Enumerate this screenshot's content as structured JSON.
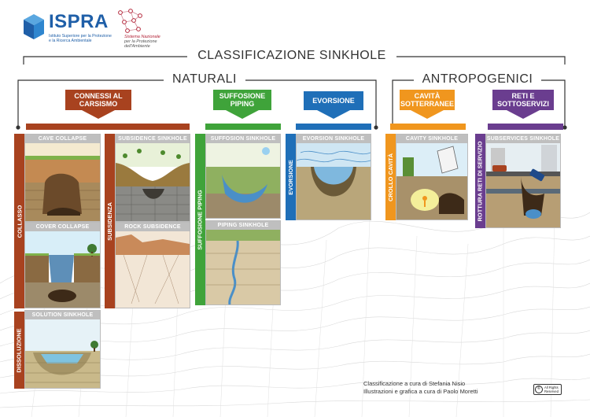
{
  "header": {
    "ispra_word": "ISPRA",
    "ispra_subtitle": "Istituto Superiore per la Protezione e la Ricerca Ambientale",
    "snpa_line1": "Sistema Nazionale",
    "snpa_line2": "per la Protezione",
    "snpa_line3": "dell'Ambiente"
  },
  "headings": {
    "main": "CLASSIFICAZIONE SINKHOLE",
    "naturali": "NATURALI",
    "antropogenici": "ANTROPOGENICI"
  },
  "categories": {
    "carsismo": "CONNESSI AL CARSISMO",
    "suffosione": "SUFFOSIONE PIPING",
    "evorsione": "EVORSIONE",
    "cavita": "CAVITÀ SOTTERRANEE",
    "reti": "RETI E SOTTOSERVIZI"
  },
  "panels": {
    "cave_collapse": "CAVE COLLAPSE",
    "cover_collapse": "COVER COLLAPSE",
    "solution_sinkhole": "SOLUTION SINKHOLE",
    "subsidence_sinkhole": "SUBSIDENCE SINKHOLE",
    "rock_subsidence": "ROCK SUBSIDENCE",
    "suffosion_sinkhole": "SUFFOSION SINKHOLE",
    "piping_sinkhole": "PIPING SINKHOLE",
    "evorsion_sinkhole": "EVORSION SINKHOLE",
    "cavity_sinkhole": "CAVITY SINKHOLE",
    "subservices_sinkhole": "SUBSERVICES SINKHOLE"
  },
  "side_labels": {
    "collasso": "COLLASSO",
    "dissoluzione": "DISSOLUZIONE",
    "subsidenza": "SUBSIDENZA",
    "suffosione_piping": "SUFFOSIONE PIPING",
    "evorsione": "EVORSIONE",
    "crollo_cavita": "CROLLO CAVITÀ",
    "rottura_reti": "ROTTURA RETI DI SERVIZIO"
  },
  "credits": {
    "line1": "Classificazione a cura di Stefania Nisio",
    "line2": "Illustrazioni e grafica a cura di Paolo Moretti"
  },
  "license": {
    "icon": "cc-license-icon",
    "text": "All Rights Reserved"
  },
  "colors": {
    "carsismo": "#a8421f",
    "suffosione": "#3fa33a",
    "evorsione": "#1f6fb8",
    "cavita": "#f0961e",
    "reti": "#6a3d8f",
    "panel_title": "#bfbfbf",
    "ispra_blue": "#1f5fa8"
  }
}
